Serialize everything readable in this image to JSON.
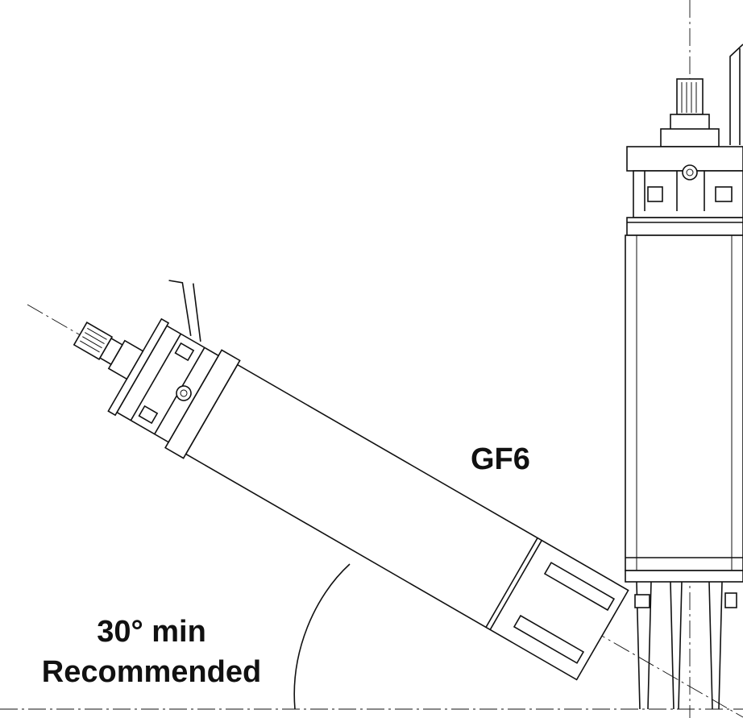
{
  "labels": {
    "model": "GF6",
    "angle_line1": "30° min",
    "angle_line2": "Recommended"
  }
}
